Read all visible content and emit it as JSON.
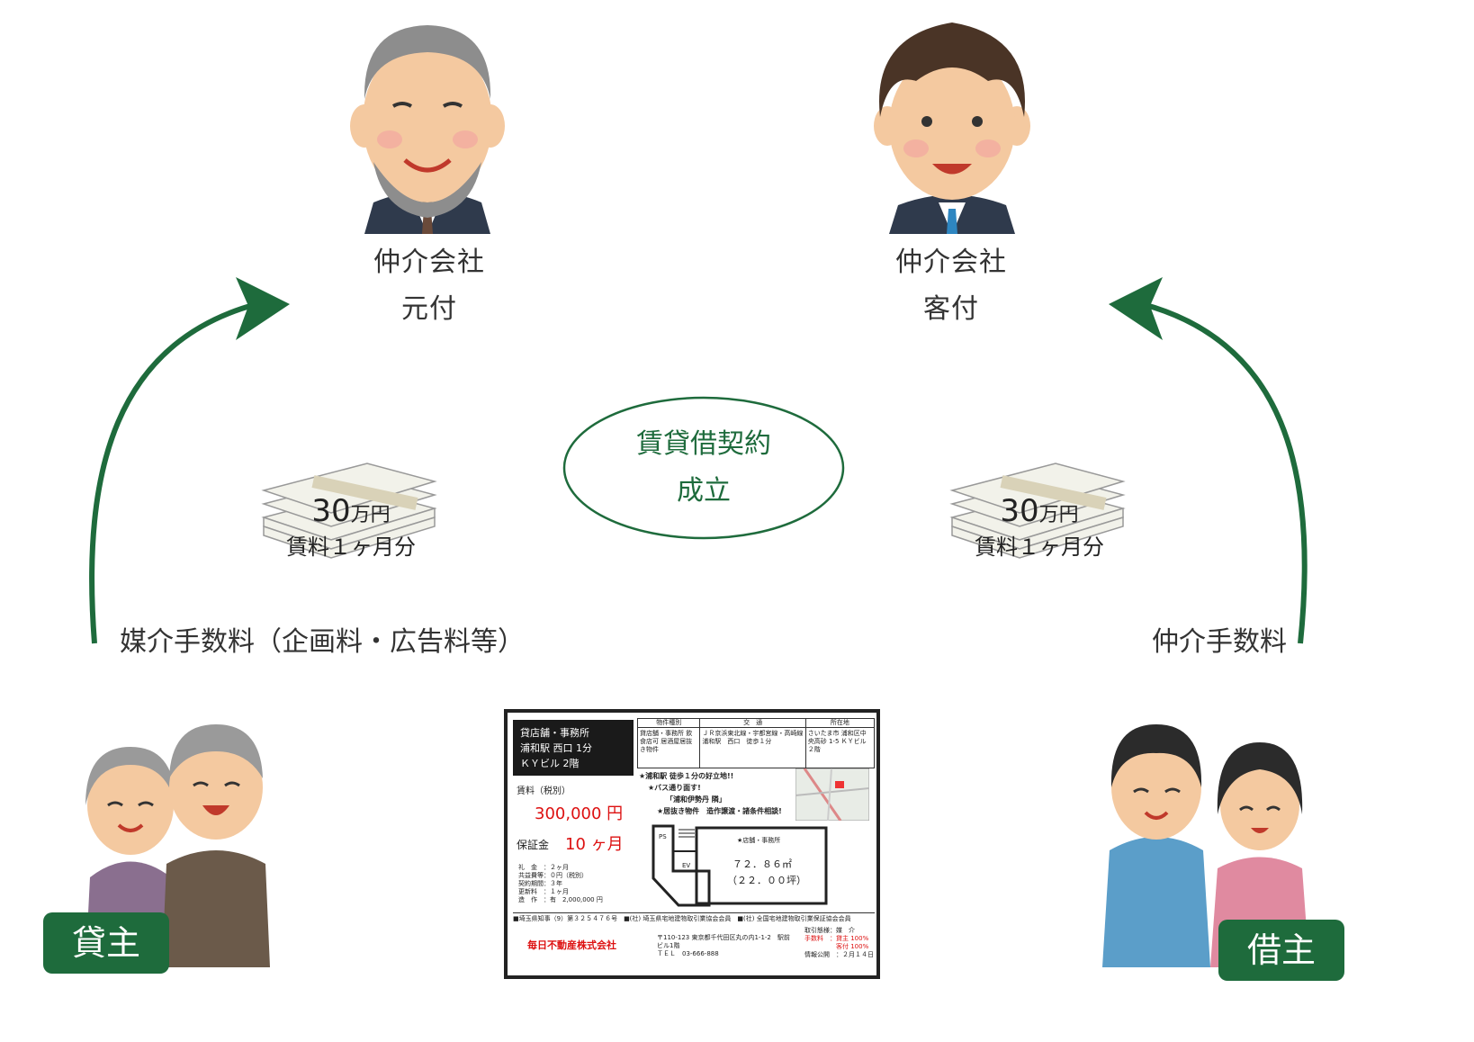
{
  "top_left_agent": {
    "line1": "仲介会社",
    "line2": "元付"
  },
  "top_right_agent": {
    "line1": "仲介会社",
    "line2": "客付"
  },
  "contract": {
    "line1": "賃貸借契約",
    "line2": "成立"
  },
  "left_money": {
    "amount": "30",
    "unit": "万円",
    "note": "賃料１ヶ月分"
  },
  "right_money": {
    "amount": "30",
    "unit": "万円",
    "note": "賃料１ヶ月分"
  },
  "left_fee_label": "媒介手数料（企画料・広告料等）",
  "right_fee_label": "仲介手数料",
  "landlord_tag": "貸主",
  "tenant_tag": "借主",
  "flyer": {
    "header_lines": [
      "貸店舗・事務所",
      "浦和駅 西口 1分",
      "ＫＹビル 2階"
    ],
    "rent_label": "賃料（税別）",
    "rent_value": "300,000 円",
    "deposit_label": "保証金",
    "deposit_value": "10 ヶ月",
    "terms": [
      "礼　金　：２ヶ月",
      "共益費等：０円（税別）",
      "契約期間：３年",
      "更新料　：１ヶ月",
      "造　作　：有　2,000,000 円"
    ],
    "col_headers": [
      "物件種別",
      "交　通",
      "所在地"
    ],
    "col_values": [
      "貸店舗・事務所 飲食店可 居酒屋居抜き物件",
      "ＪＲ京浜東北線・宇都宮線・高崎線 浦和駅　西口　徒歩１分",
      "さいたま市 浦和区中央高砂 1-5 ＫＹビル　２階"
    ],
    "catch1": "★浦和駅 徒歩１分の好立地!!",
    "catch2": "★バス通り面す!",
    "catch3": "「浦和伊勢丹 隣」",
    "catch4": "★居抜き物件　造作譲渡・諸条件相談!",
    "plan_type": "★店舗・事務所",
    "area": "７２．８６㎡",
    "area_tsubo": "（２２．００坪）",
    "plan_ps": "PS",
    "plan_ev": "EV",
    "license": "■埼玉県知事（9）第３２５４７６号　■(社) 埼玉県宅地建物取引業協会会員　■(社) 全国宅地建物取引業保証協会会員",
    "company": "毎日不動産株式会社",
    "address": "〒110-123 東京都千代田区丸の内1-1-2　駅前ビル1階",
    "tel": "ＴＥＬ　03-666-888",
    "deal": "取引態様：媒　介",
    "fee_lines": [
      "手数料　：貸主 100%",
      "　　　　　客付 100%"
    ],
    "pub": "情報公開　：２月１４日"
  }
}
